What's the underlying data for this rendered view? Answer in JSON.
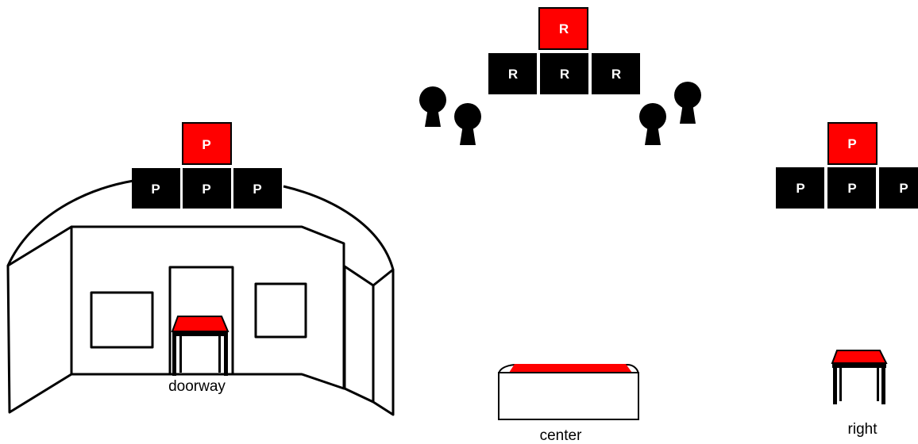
{
  "colors": {
    "ink": "#000000",
    "accent": "#ff0000",
    "paper": "#ffffff"
  },
  "blocks": {
    "left": {
      "top": "P",
      "row": [
        "P",
        "P",
        "P"
      ]
    },
    "center": {
      "top": "R",
      "row": [
        "R",
        "R",
        "R"
      ]
    },
    "right": {
      "top": "P",
      "row": [
        "P",
        "P",
        "P"
      ]
    }
  },
  "icons": {
    "keyhole_shape": "keyhole-icon",
    "table_shape": "table-icon",
    "box_shape": "open-box-icon",
    "room_shape": "room-icon"
  },
  "captions": {
    "doorway": "doorway",
    "center": "center",
    "right": "right"
  }
}
